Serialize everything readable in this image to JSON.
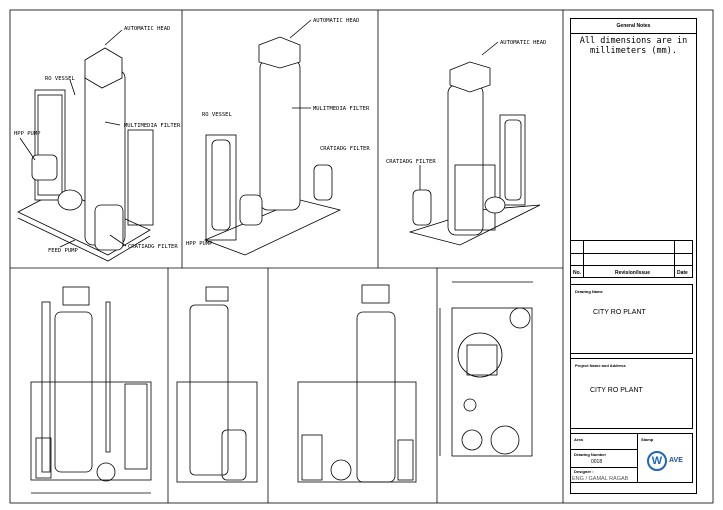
{
  "views": {
    "iso1": {
      "automatic_head": "AUTOMATIC HEAD",
      "ro_vessel": "RO VESSEL",
      "hpp_pump": "HPP PUMP",
      "multimedia_filter": "MULTIMEDIA FILTER",
      "feed_pump": "FEED PUMP",
      "cartridge_filter": "CRATIADG FILTER"
    },
    "iso2": {
      "automatic_head": "AUTOMATIC HEAD",
      "ro_vessel": "RO VESSEL",
      "multimedia_filter": "MULITMEDIA FILTER",
      "cartridge_filter": "CRATIADG FILTER",
      "hpp_pump": "HPP PUMP"
    },
    "iso3": {
      "automatic_head": "AUTOMATIC HEAD",
      "cartridge_filter": "CRATIADG FILTER"
    }
  },
  "title_block": {
    "general_notes_title": "General Notes",
    "general_notes_text": "All dimensions are in millimeters (mm).",
    "rev_no": "No.",
    "rev_issue": "Revision/Issue",
    "rev_date": "Date",
    "drawing_name_label": "Drawing Name",
    "drawing_name": "CITY RO PLANT",
    "project_label": "Project Name and Address",
    "project_name": "CITY RO PLANT",
    "area_label": "Area",
    "stamp_label": "Stamp",
    "drawing_number_label": "Drawing Number",
    "drawing_number": "0018",
    "designer_label": "Designer :",
    "designer": "ENG / GAMAL RAGAB",
    "logo_text": "AVE"
  }
}
